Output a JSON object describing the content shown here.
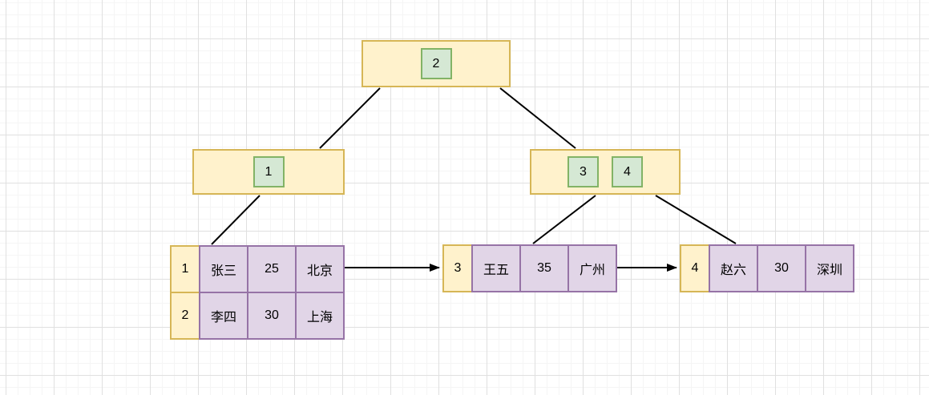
{
  "diagram": {
    "tree": {
      "root": {
        "keys": [
          "2"
        ]
      },
      "internal_left": {
        "keys": [
          "1"
        ]
      },
      "internal_right": {
        "keys": [
          "3",
          "4"
        ]
      },
      "leaves": [
        {
          "rows": [
            [
              "1",
              "张三",
              "25",
              "北京"
            ],
            [
              "2",
              "李四",
              "30",
              "上海"
            ]
          ]
        },
        {
          "rows": [
            [
              "3",
              "王五",
              "35",
              "广州"
            ]
          ]
        },
        {
          "rows": [
            [
              "4",
              "赵六",
              "30",
              "深圳"
            ]
          ]
        }
      ]
    },
    "colors": {
      "node_fill": "#FFF2CC",
      "node_border": "#D6B656",
      "key_fill": "#D5E8D4",
      "key_border": "#82B366",
      "cell_fill": "#E1D5E7",
      "cell_border": "#9673A6",
      "edge": "#000000",
      "grid_major": "#e0e0e0",
      "grid_minor": "#f5f5f5"
    }
  }
}
